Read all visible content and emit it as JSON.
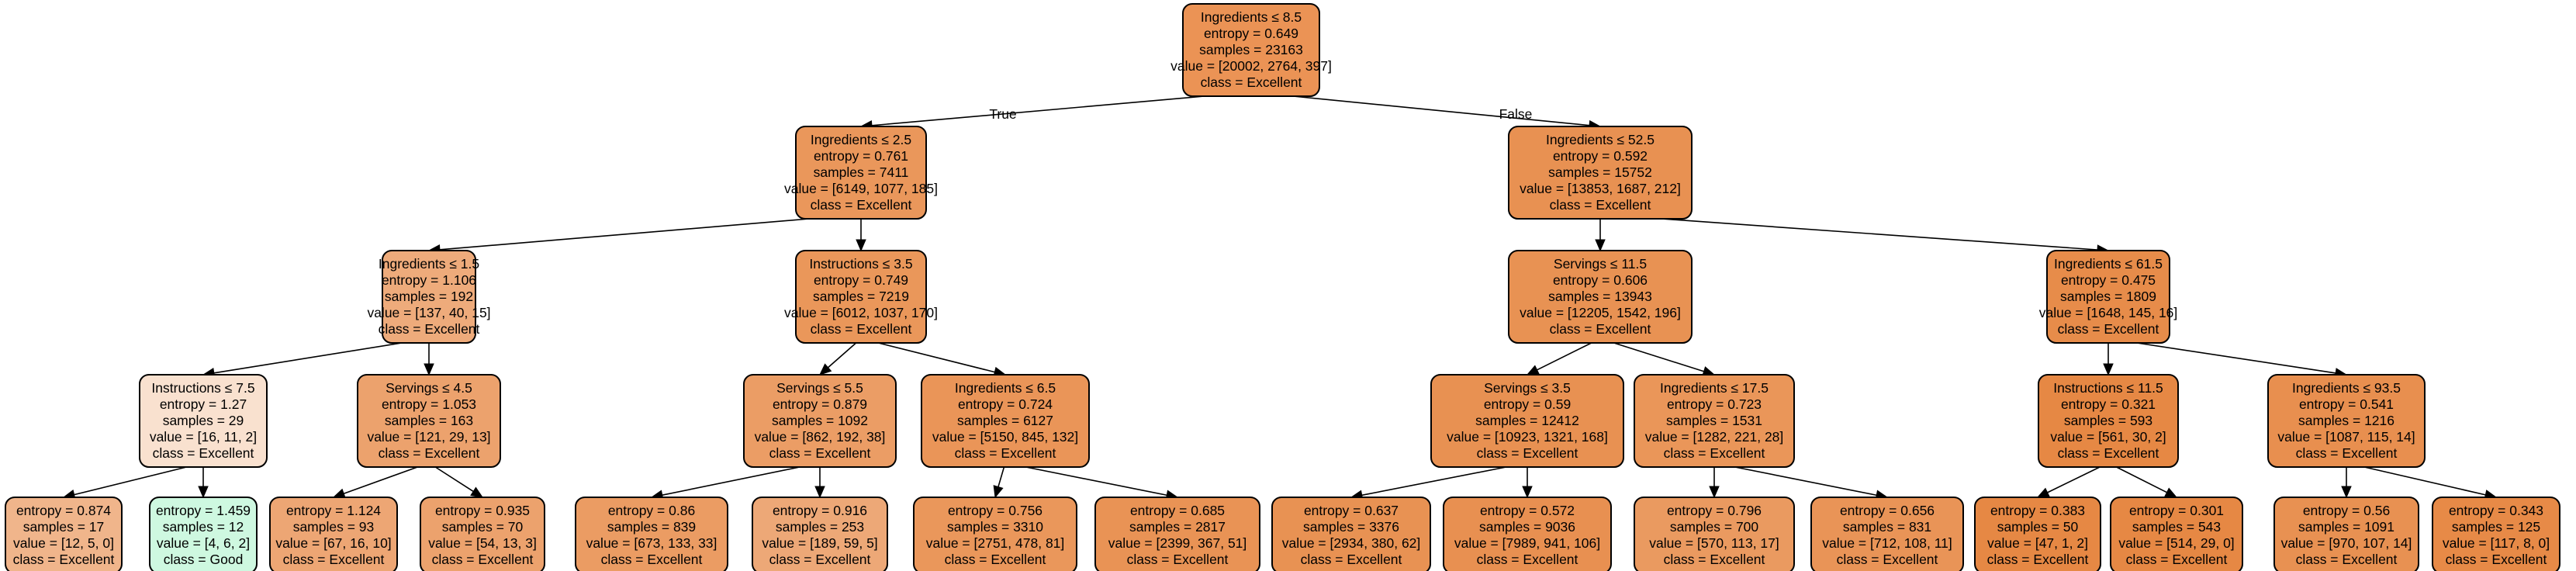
{
  "tree": {
    "edge_labels": {
      "true": "True",
      "false": "False"
    },
    "class_colors": {
      "Excellent": "#e58139",
      "Good": "#39e581"
    },
    "nodes": [
      {
        "id": "n0",
        "lines": [
          "Ingredients ≤ 8.5",
          "entropy = 0.649",
          "samples = 23163",
          "value = [20002, 2764, 397]",
          "class = Excellent"
        ],
        "class": "Excellent",
        "purity": 0.82,
        "fill": "#eb9355"
      },
      {
        "id": "n1",
        "lines": [
          "Ingredients ≤ 2.5",
          "entropy = 0.761",
          "samples = 7411",
          "value = [6149, 1077, 185]",
          "class = Excellent"
        ],
        "class": "Excellent",
        "purity": 0.79,
        "fill": "#ea975b"
      },
      {
        "id": "n2",
        "lines": [
          "Ingredients ≤ 52.5",
          "entropy = 0.592",
          "samples = 15752",
          "value = [13853, 1687, 212]",
          "class = Excellent"
        ],
        "class": "Excellent",
        "purity": 0.86,
        "fill": "#e89152"
      },
      {
        "id": "n3",
        "lines": [
          "Ingredients ≤ 1.5",
          "entropy = 1.106",
          "samples = 192",
          "value = [137, 40, 15]",
          "class = Excellent"
        ],
        "class": "Excellent",
        "purity": 0.62,
        "fill": "#eeab7b"
      },
      {
        "id": "n4",
        "lines": [
          "Instructions ≤ 3.5",
          "entropy = 0.749",
          "samples = 7219",
          "value = [6012, 1037, 170]",
          "class = Excellent"
        ],
        "class": "Excellent",
        "purity": 0.8,
        "fill": "#ea975a"
      },
      {
        "id": "n5",
        "lines": [
          "Servings ≤ 11.5",
          "entropy = 0.606",
          "samples = 13943",
          "value = [12205, 1542, 196]",
          "class = Excellent"
        ],
        "class": "Excellent",
        "purity": 0.85,
        "fill": "#e89253"
      },
      {
        "id": "n6",
        "lines": [
          "Ingredients ≤ 61.5",
          "entropy = 0.475",
          "samples = 1809",
          "value = [1648, 145, 16]",
          "class = Excellent"
        ],
        "class": "Excellent",
        "purity": 0.9,
        "fill": "#e78c4a"
      },
      {
        "id": "n7",
        "lines": [
          "Instructions ≤ 7.5",
          "entropy = 1.27",
          "samples = 29",
          "value = [16, 11, 2]",
          "class = Excellent"
        ],
        "class": "Excellent",
        "purity": 0.3,
        "fill": "#f9e1cf"
      },
      {
        "id": "n8",
        "lines": [
          "Servings ≤ 4.5",
          "entropy = 1.053",
          "samples = 163",
          "value = [121, 29, 13]",
          "class = Excellent"
        ],
        "class": "Excellent",
        "purity": 0.7,
        "fill": "#eca26d"
      },
      {
        "id": "n9",
        "lines": [
          "Servings ≤ 5.5",
          "entropy = 0.879",
          "samples = 1092",
          "value = [862, 192, 38]",
          "class = Excellent"
        ],
        "class": "Excellent",
        "purity": 0.76,
        "fill": "#eb9d65"
      },
      {
        "id": "n10",
        "lines": [
          "Ingredients ≤ 6.5",
          "entropy = 0.724",
          "samples = 6127",
          "value = [5150, 845, 132]",
          "class = Excellent"
        ],
        "class": "Excellent",
        "purity": 0.81,
        "fill": "#ea9558"
      },
      {
        "id": "n11",
        "lines": [
          "Servings ≤ 3.5",
          "entropy = 0.59",
          "samples = 12412",
          "value = [10923, 1321, 168]",
          "class = Excellent"
        ],
        "class": "Excellent",
        "purity": 0.86,
        "fill": "#e89152"
      },
      {
        "id": "n12",
        "lines": [
          "Ingredients ≤ 17.5",
          "entropy = 0.723",
          "samples = 1531",
          "value = [1282, 221, 28]",
          "class = Excellent"
        ],
        "class": "Excellent",
        "purity": 0.81,
        "fill": "#ea9659"
      },
      {
        "id": "n13",
        "lines": [
          "Instructions ≤ 11.5",
          "entropy = 0.321",
          "samples = 593",
          "value = [561, 30, 2]",
          "class = Excellent"
        ],
        "class": "Excellent",
        "purity": 0.94,
        "fill": "#e68844"
      },
      {
        "id": "n14",
        "lines": [
          "Ingredients ≤ 93.5",
          "entropy = 0.541",
          "samples = 1216",
          "value = [1087, 115, 14]",
          "class = Excellent"
        ],
        "class": "Excellent",
        "purity": 0.88,
        "fill": "#e88f4f"
      },
      {
        "id": "n15",
        "lines": [
          "entropy = 0.874",
          "samples = 17",
          "value = [12, 5, 0]",
          "class = Excellent"
        ],
        "class": "Excellent",
        "purity": 0.58,
        "fill": "#f0b58b"
      },
      {
        "id": "n16",
        "lines": [
          "entropy = 1.459",
          "samples = 12",
          "value = [4, 6, 2]",
          "class = Good"
        ],
        "class": "Good",
        "purity": 0.25,
        "fill": "#cef8e0"
      },
      {
        "id": "n17",
        "lines": [
          "entropy = 1.124",
          "samples = 93",
          "value = [67, 16, 10]",
          "class = Excellent"
        ],
        "class": "Excellent",
        "purity": 0.67,
        "fill": "#eda674"
      },
      {
        "id": "n18",
        "lines": [
          "entropy = 0.935",
          "samples = 70",
          "value = [54, 13, 3]",
          "class = Excellent"
        ],
        "class": "Excellent",
        "purity": 0.73,
        "fill": "#eca26d"
      },
      {
        "id": "n19",
        "lines": [
          "entropy = 0.86",
          "samples = 839",
          "value = [673, 133, 33]",
          "class = Excellent"
        ],
        "class": "Excellent",
        "purity": 0.76,
        "fill": "#eb9c63"
      },
      {
        "id": "n20",
        "lines": [
          "entropy = 0.916",
          "samples = 253",
          "value = [189, 59, 5]",
          "class = Excellent"
        ],
        "class": "Excellent",
        "purity": 0.68,
        "fill": "#eda877"
      },
      {
        "id": "n21",
        "lines": [
          "entropy = 0.756",
          "samples = 3310",
          "value = [2751, 478, 81]",
          "class = Excellent"
        ],
        "class": "Excellent",
        "purity": 0.8,
        "fill": "#ea975b"
      },
      {
        "id": "n22",
        "lines": [
          "entropy = 0.685",
          "samples = 2817",
          "value = [2399, 367, 51]",
          "class = Excellent"
        ],
        "class": "Excellent",
        "purity": 0.83,
        "fill": "#e99355"
      },
      {
        "id": "n23",
        "lines": [
          "entropy = 0.637",
          "samples = 3376",
          "value = [2934, 380, 62]",
          "class = Excellent"
        ],
        "class": "Excellent",
        "purity": 0.84,
        "fill": "#e89253"
      },
      {
        "id": "n24",
        "lines": [
          "entropy = 0.572",
          "samples = 9036",
          "value = [7989, 941, 106]",
          "class = Excellent"
        ],
        "class": "Excellent",
        "purity": 0.87,
        "fill": "#e89051"
      },
      {
        "id": "n25",
        "lines": [
          "entropy = 0.796",
          "samples = 700",
          "value = [570, 113, 17]",
          "class = Excellent"
        ],
        "class": "Excellent",
        "purity": 0.78,
        "fill": "#ea9a60"
      },
      {
        "id": "n26",
        "lines": [
          "entropy = 0.656",
          "samples = 831",
          "value = [712, 108, 11]",
          "class = Excellent"
        ],
        "class": "Excellent",
        "purity": 0.84,
        "fill": "#e99457"
      },
      {
        "id": "n27",
        "lines": [
          "entropy = 0.383",
          "samples = 50",
          "value = [47, 1, 2]",
          "class = Excellent"
        ],
        "class": "Excellent",
        "purity": 0.93,
        "fill": "#e68844"
      },
      {
        "id": "n28",
        "lines": [
          "entropy = 0.301",
          "samples = 543",
          "value = [514, 29, 0]",
          "class = Excellent"
        ],
        "class": "Excellent",
        "purity": 0.94,
        "fill": "#e68844"
      },
      {
        "id": "n29",
        "lines": [
          "entropy = 0.56",
          "samples = 1091",
          "value = [970, 107, 14]",
          "class = Excellent"
        ],
        "class": "Excellent",
        "purity": 0.87,
        "fill": "#e89152"
      },
      {
        "id": "n30",
        "lines": [
          "entropy = 0.343",
          "samples = 125",
          "value = [117, 8, 0]",
          "class = Excellent"
        ],
        "class": "Excellent",
        "purity": 0.93,
        "fill": "#e78a47"
      }
    ],
    "edges": [
      {
        "from": "n0",
        "to": "n1",
        "label": "true"
      },
      {
        "from": "n0",
        "to": "n2",
        "label": "false"
      },
      {
        "from": "n1",
        "to": "n3"
      },
      {
        "from": "n1",
        "to": "n4"
      },
      {
        "from": "n2",
        "to": "n5"
      },
      {
        "from": "n2",
        "to": "n6"
      },
      {
        "from": "n3",
        "to": "n7"
      },
      {
        "from": "n3",
        "to": "n8"
      },
      {
        "from": "n4",
        "to": "n9"
      },
      {
        "from": "n4",
        "to": "n10"
      },
      {
        "from": "n5",
        "to": "n11"
      },
      {
        "from": "n5",
        "to": "n12"
      },
      {
        "from": "n6",
        "to": "n13"
      },
      {
        "from": "n6",
        "to": "n14"
      },
      {
        "from": "n7",
        "to": "n15"
      },
      {
        "from": "n7",
        "to": "n16"
      },
      {
        "from": "n8",
        "to": "n17"
      },
      {
        "from": "n8",
        "to": "n18"
      },
      {
        "from": "n9",
        "to": "n19"
      },
      {
        "from": "n9",
        "to": "n20"
      },
      {
        "from": "n10",
        "to": "n21"
      },
      {
        "from": "n10",
        "to": "n22"
      },
      {
        "from": "n11",
        "to": "n23"
      },
      {
        "from": "n11",
        "to": "n24"
      },
      {
        "from": "n12",
        "to": "n25"
      },
      {
        "from": "n12",
        "to": "n26"
      },
      {
        "from": "n13",
        "to": "n27"
      },
      {
        "from": "n13",
        "to": "n28"
      },
      {
        "from": "n14",
        "to": "n29"
      },
      {
        "from": "n14",
        "to": "n30"
      }
    ]
  }
}
